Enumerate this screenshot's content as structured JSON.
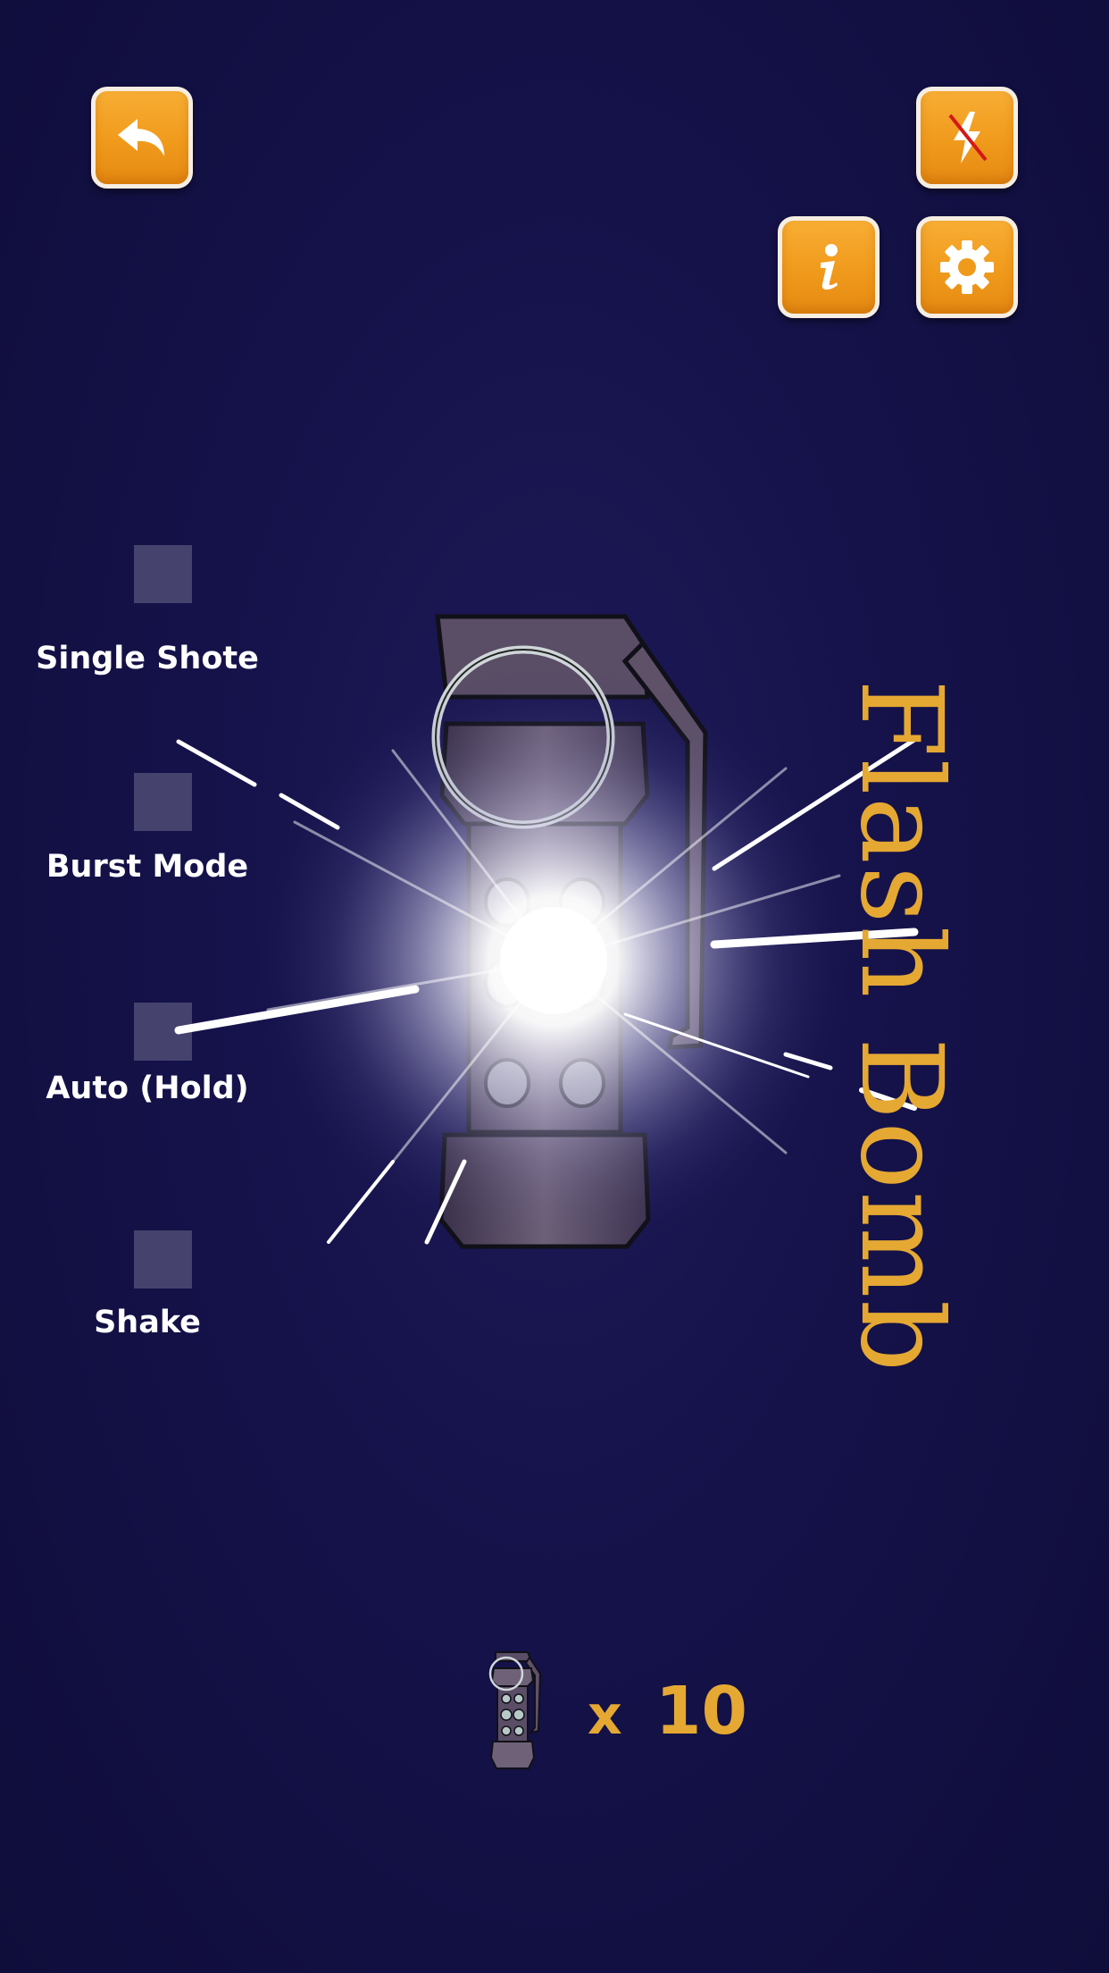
{
  "toolbar": {
    "back": "back-arrow",
    "flash_toggle": "flash-off",
    "info": "info",
    "settings": "gear"
  },
  "modes": [
    {
      "label": "Single Shote"
    },
    {
      "label": "Burst Mode"
    },
    {
      "label": "Auto (Hold)"
    },
    {
      "label": "Shake"
    }
  ],
  "title": "Flash Bomb",
  "counter": {
    "prefix": "x",
    "value": "10"
  },
  "colors": {
    "accent": "#f09a1c",
    "title": "#e5a832",
    "background": "#15124a",
    "checkbox": "#45426d"
  }
}
